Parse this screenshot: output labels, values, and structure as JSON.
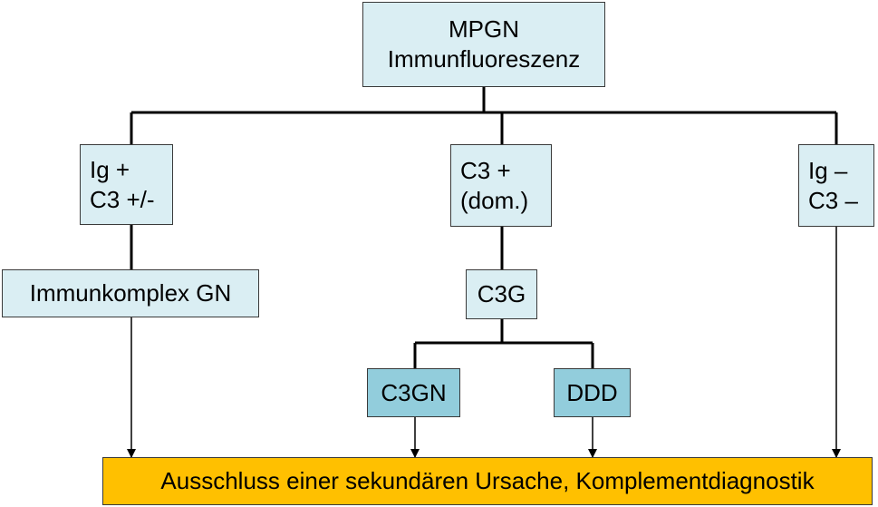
{
  "diagram": {
    "root": {
      "line1": "MPGN",
      "line2": "Immunfluoreszenz"
    },
    "branch_left": {
      "line1": "Ig +",
      "line2": "C3 +/-"
    },
    "branch_middle": {
      "line1": "C3 +",
      "line2": "(dom.)"
    },
    "branch_right": {
      "line1": "Ig –",
      "line2": "C3 –"
    },
    "immunkomplex": "Immunkomplex GN",
    "c3g": "C3G",
    "c3gn": "C3GN",
    "ddd": "DDD",
    "conclusion": "Ausschluss einer sekundären Ursache, Komplementdiagnostik"
  },
  "colors": {
    "node_fill": "#daeef3",
    "leaf_fill": "#92cddc",
    "conclusion_fill": "#ffc000",
    "border": "#3a3a3a",
    "line": "#000000"
  }
}
